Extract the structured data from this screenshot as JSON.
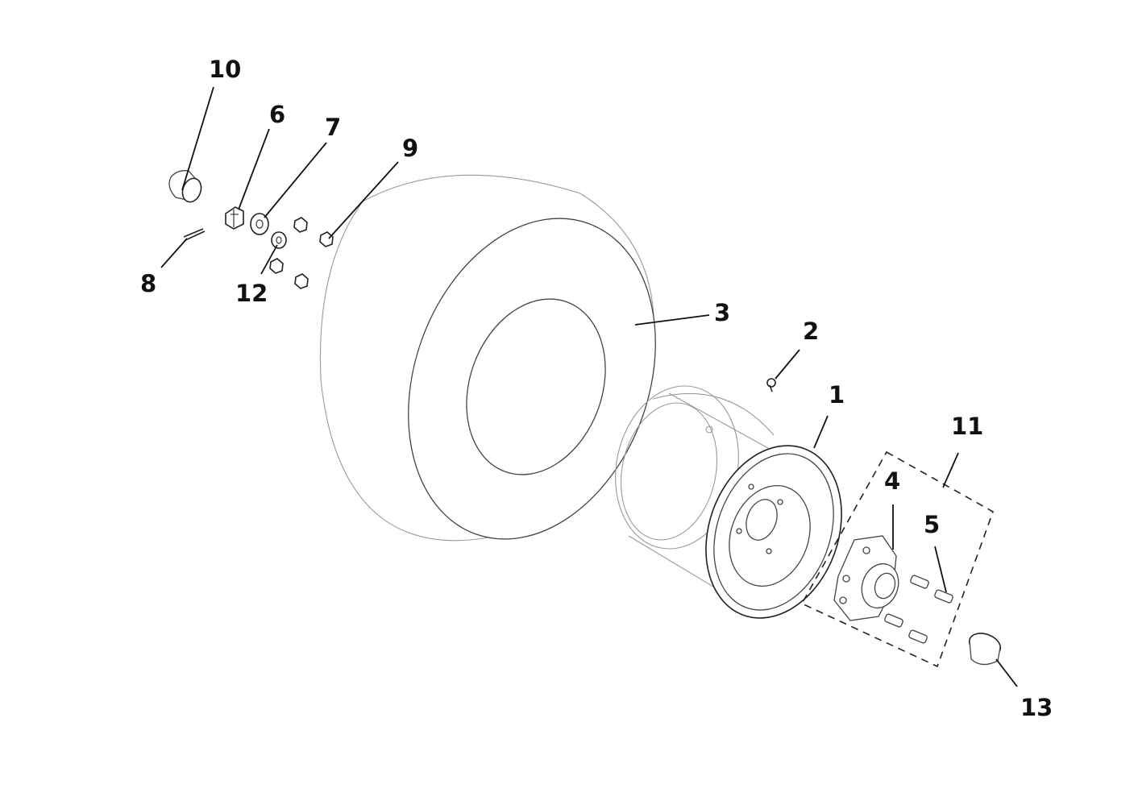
{
  "callouts": [
    {
      "id": "1",
      "label": "1"
    },
    {
      "id": "2",
      "label": "2"
    },
    {
      "id": "3",
      "label": "3"
    },
    {
      "id": "4",
      "label": "4"
    },
    {
      "id": "5",
      "label": "5"
    },
    {
      "id": "6",
      "label": "6"
    },
    {
      "id": "7",
      "label": "7"
    },
    {
      "id": "8",
      "label": "8"
    },
    {
      "id": "9",
      "label": "9"
    },
    {
      "id": "10",
      "label": "10"
    },
    {
      "id": "11",
      "label": "11"
    },
    {
      "id": "12",
      "label": "12"
    },
    {
      "id": "13",
      "label": "13"
    }
  ],
  "colors": {
    "background": "#ffffff",
    "line": "#444444",
    "label": "#111111"
  }
}
